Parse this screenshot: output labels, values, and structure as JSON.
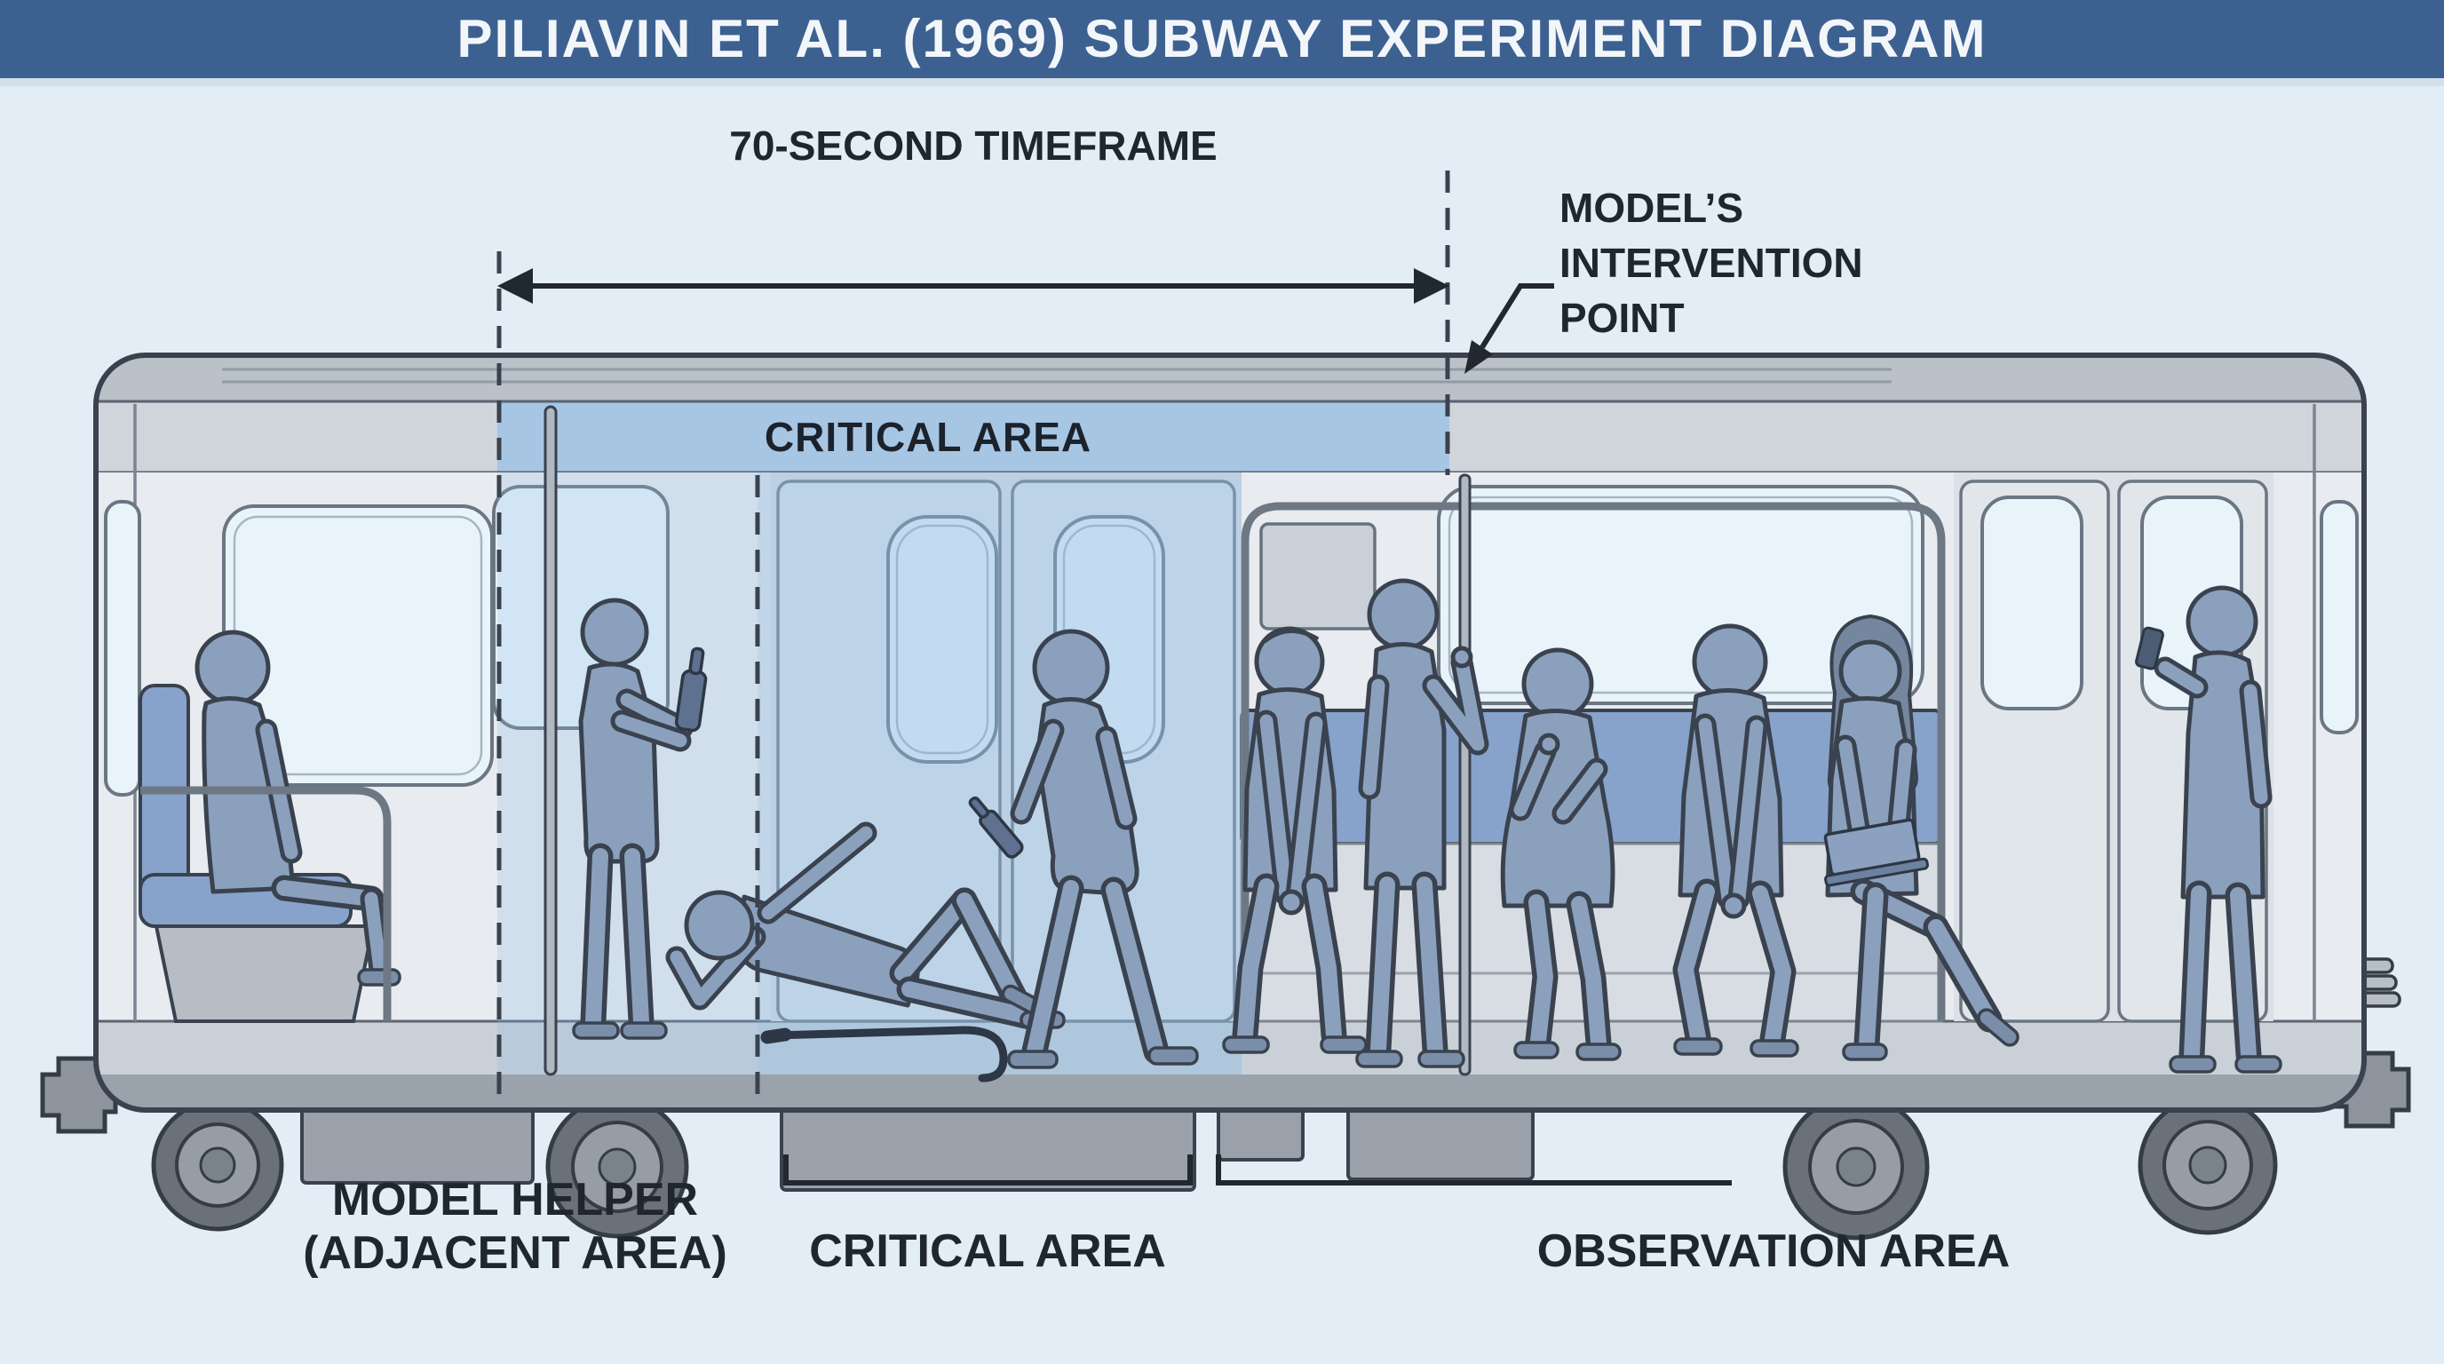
{
  "title": "PILIAVIN ET AL. (1969) SUBWAY EXPERIMENT DIAGRAM",
  "annotations": {
    "timeframe_label": "70-SECOND TIMEFRAME",
    "intervention_label_line1": "MODEL’S",
    "intervention_label_line2": "INTERVENTION",
    "intervention_label_line3": "POINT",
    "critical_area_band_label": "CRITICAL AREA"
  },
  "zone_labels": {
    "adjacent_line1": "MODEL HELPER",
    "adjacent_line2": "(ADJACENT AREA)",
    "critical": "CRITICAL AREA",
    "observation": "OBSERVATION AREA"
  },
  "colors": {
    "title_bar": "#3c6191",
    "background": "#e3edf5",
    "critical_highlight": "#a7c6e4",
    "critical_tint": "#8dbae3",
    "car_body": "#d9dee4",
    "car_roof": "#bac1c9",
    "car_interior": "#e8ebef",
    "car_floor": "#9aa3ac",
    "bench_seat": "#87a3cb",
    "figure_fill": "#8ba0bc",
    "outline": "#39424e",
    "annotation_text": "#20262e"
  }
}
